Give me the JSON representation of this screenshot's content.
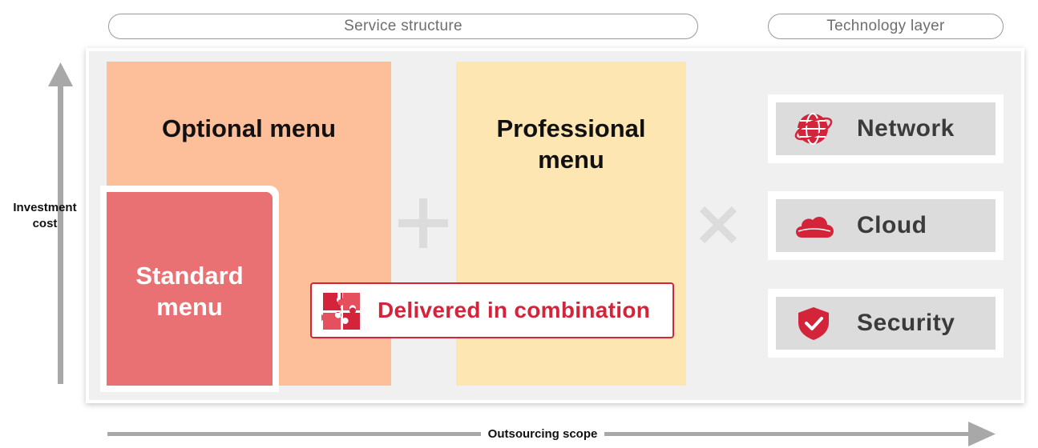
{
  "headers": {
    "service_structure": "Service structure",
    "technology_layer": "Technology layer"
  },
  "menus": {
    "optional": "Optional menu",
    "standard": "Standard\nmenu",
    "professional": "Professional\nmenu"
  },
  "operators": {
    "plus": "+",
    "times": "×"
  },
  "combination_label": "Delivered in combination",
  "technology": [
    {
      "label": "Network",
      "icon": "globe-icon"
    },
    {
      "label": "Cloud",
      "icon": "cloud-icon"
    },
    {
      "label": "Security",
      "icon": "shield-check-icon"
    }
  ],
  "axes": {
    "y_label": "Investment\ncost",
    "x_label": "Outsourcing scope"
  },
  "colors": {
    "optional_fill": "#fdbf9a",
    "standard_fill": "#e97073",
    "professional_fill": "#fde6b2",
    "accent_red": "#d4243a",
    "arrow_gray": "#a8a8a8"
  }
}
